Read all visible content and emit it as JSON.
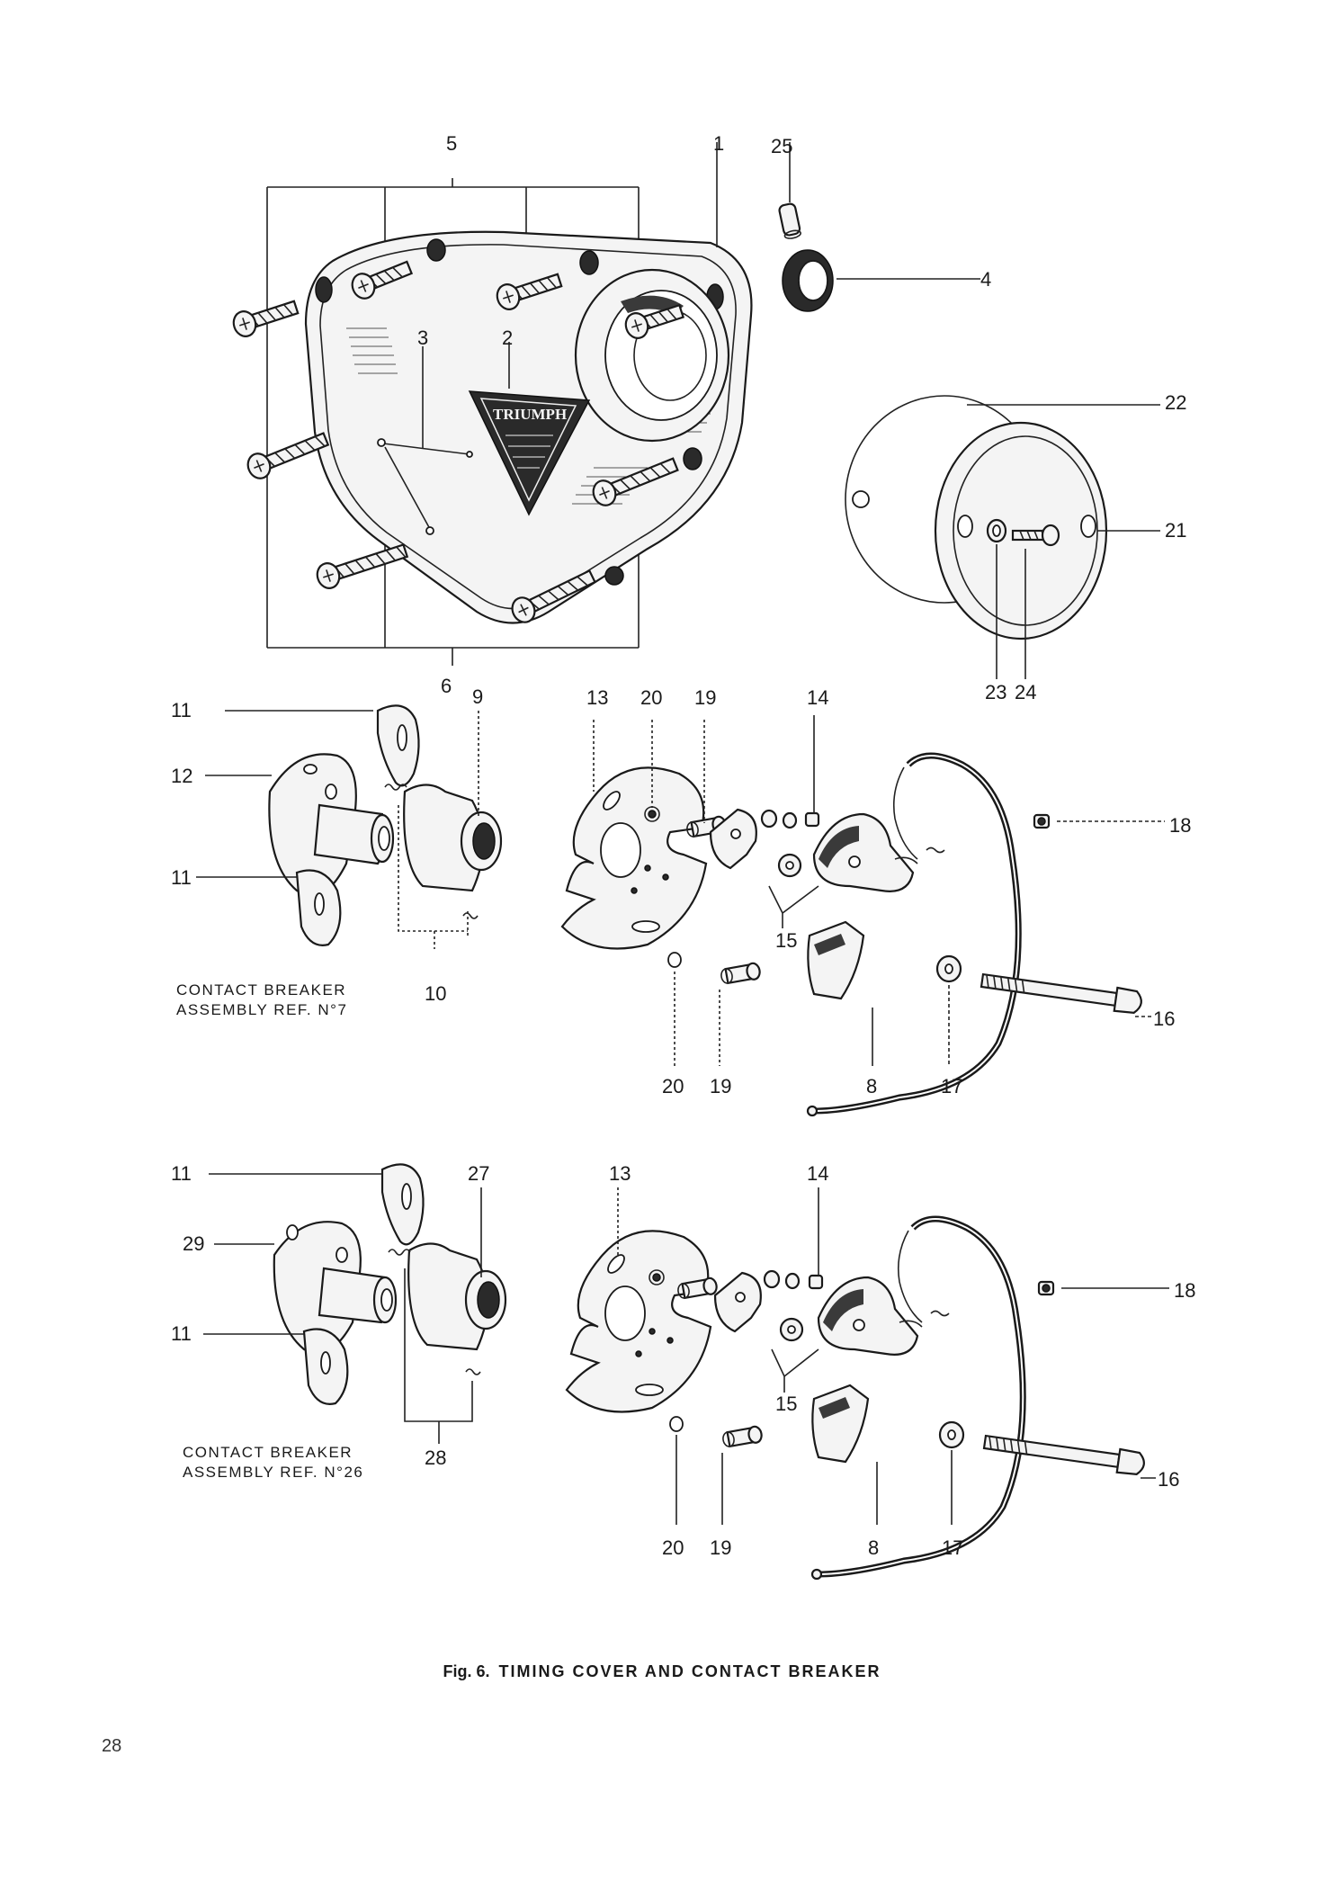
{
  "figure": {
    "caption_number": "Fig. 6.",
    "caption_title": "TIMING COVER AND CONTACT BREAKER",
    "page_number": "28",
    "badge_text": "TRIUMPH"
  },
  "assemblies": {
    "upper_line1": "CONTACT BREAKER",
    "upper_line2": "ASSEMBLY REF. N°7",
    "lower_line1": "CONTACT BREAKER",
    "lower_line2": "ASSEMBLY REF. N°26"
  },
  "callouts": {
    "c1": "1",
    "c2": "2",
    "c3": "3",
    "c4": "4",
    "c5": "5",
    "c6": "6",
    "c9": "9",
    "c10": "10",
    "c11a": "11",
    "c11b": "11",
    "c12": "12",
    "c13": "13",
    "c14": "14",
    "c15": "15",
    "c16": "16",
    "c17": "17",
    "c18": "18",
    "c19a": "19",
    "c19b": "19",
    "c20a": "20",
    "c20b": "20",
    "c21": "21",
    "c22": "22",
    "c23": "23",
    "c24": "24",
    "c25": "25",
    "c8": "8",
    "l11a": "11",
    "l11b": "11",
    "l13": "13",
    "l14": "14",
    "l15": "15",
    "l16": "16",
    "l17": "17",
    "l18": "18",
    "l19": "19",
    "l20": "20",
    "l27": "27",
    "l28": "28",
    "l29": "29",
    "l8": "8"
  }
}
